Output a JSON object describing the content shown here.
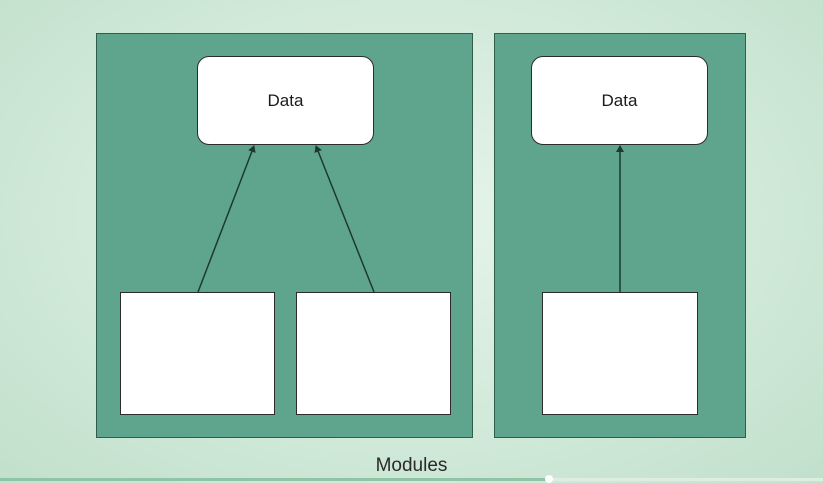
{
  "modules": [
    {
      "data_label": "Data",
      "children": 2
    },
    {
      "data_label": "Data",
      "children": 1
    }
  ],
  "caption": "Modules",
  "playback": {
    "progress_fraction": 0.667
  },
  "colors": {
    "background": "#d2eada",
    "module_fill": "#5fa58d",
    "module_border": "#2f5f4c",
    "box_fill": "#ffffff",
    "arrow": "#1c3a2e"
  }
}
